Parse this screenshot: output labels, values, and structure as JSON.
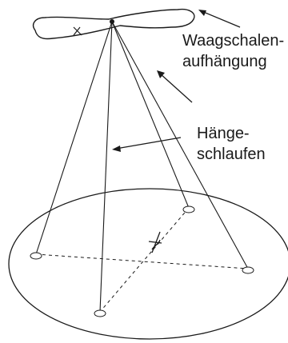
{
  "labels": {
    "suspension_line1": "Waagschalen-",
    "suspension_line2": "aufhängung",
    "loops_line1": "Hänge-",
    "loops_line2": "schlaufen"
  },
  "colors": {
    "ink": "#1a1a1a",
    "background": "#ffffff"
  }
}
